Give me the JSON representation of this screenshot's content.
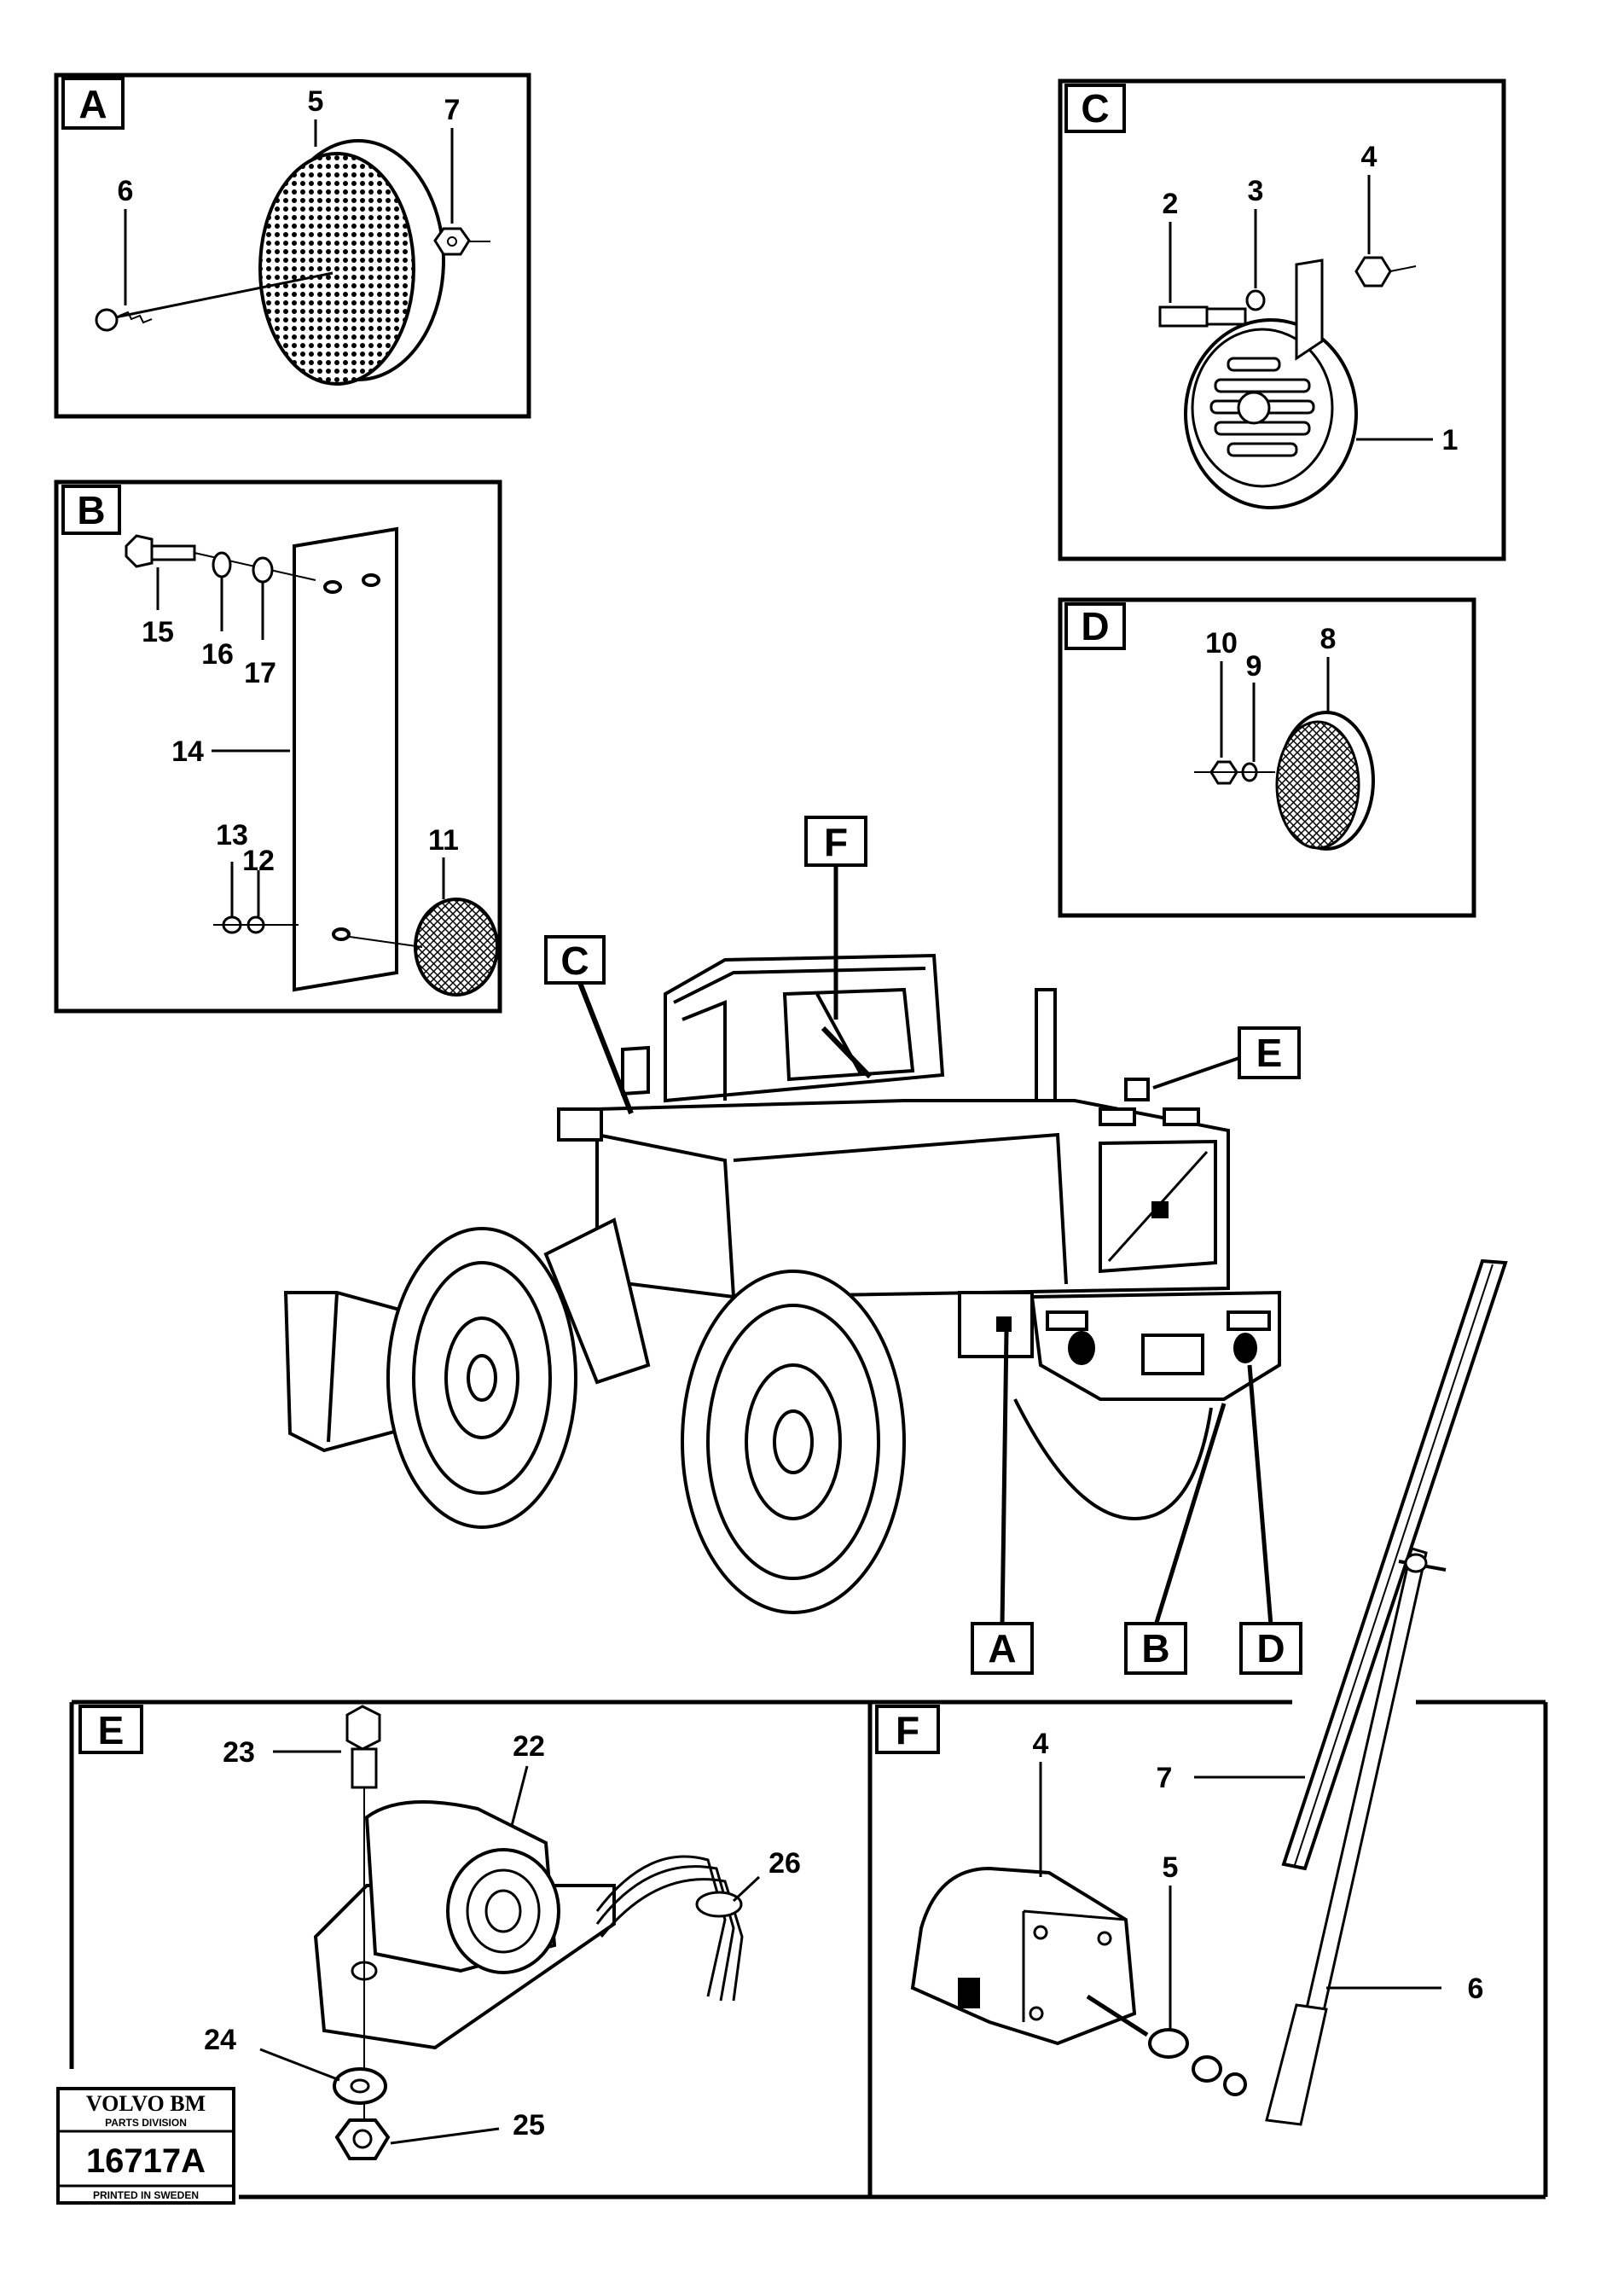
{
  "panels": {
    "a": {
      "label": "A",
      "parts": [
        "5",
        "7",
        "6"
      ]
    },
    "b": {
      "label": "B",
      "parts": [
        "15",
        "16",
        "17",
        "14",
        "13",
        "12",
        "11"
      ]
    },
    "c": {
      "label": "C",
      "parts": [
        "2",
        "3",
        "4",
        "1"
      ]
    },
    "d": {
      "label": "D",
      "parts": [
        "10",
        "9",
        "8"
      ]
    },
    "e": {
      "label": "E",
      "parts": [
        "23",
        "22",
        "26",
        "24",
        "25"
      ]
    },
    "f": {
      "label": "F",
      "parts": [
        "4",
        "7",
        "5",
        "6"
      ]
    }
  },
  "callouts": {
    "c": "C",
    "f": "F",
    "e": "E",
    "a": "A",
    "b": "B",
    "d": "D"
  },
  "stamp": {
    "brand": "VOLVO BM",
    "division": "PARTS DIVISION",
    "code": "16717A",
    "footer": "PRINTED IN SWEDEN"
  }
}
